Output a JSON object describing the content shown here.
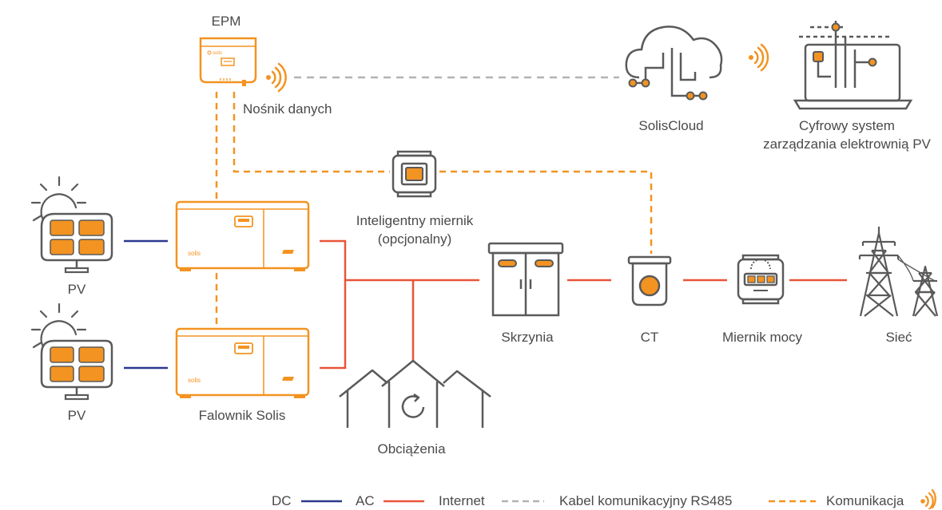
{
  "colors": {
    "orange": "#f39321",
    "orange_dark": "#e97c0c",
    "dc": "#2b3990",
    "ac": "#e8553a",
    "internet": "#b3b3b3",
    "gray_icon": "#5a5a5a"
  },
  "labels": {
    "epm": "EPM",
    "data_logger": "Nośnik danych",
    "solis_cloud": "SolisCloud",
    "digital_system_line1": "Cyfrowy system",
    "digital_system_line2": "zarządzania elektrownią PV",
    "smart_meter_line1": "Inteligentny miernik",
    "smart_meter_line2": "(opcjonalny)",
    "pv_top": "PV",
    "pv_bottom": "PV",
    "inverter": "Falownik Solis",
    "loads": "Obciążenia",
    "box": "Skrzynia",
    "ct": "CT",
    "power_meter": "Miernik mocy",
    "grid": "Sieć",
    "inverter_brand": "solis",
    "epm_brand": "solis"
  },
  "legend": {
    "dc": "DC",
    "ac": "AC",
    "internet": "Internet",
    "rs485": "Kabel komunikacyjny RS485",
    "comm": "Komunikacja"
  },
  "icons": [
    "sun-icon",
    "solar-panel-icon",
    "inverter-icon",
    "epm-device-icon",
    "wifi-signal-icon",
    "cloud-icon",
    "laptop-icon",
    "smart-meter-icon",
    "distribution-box-icon",
    "ct-icon",
    "power-meter-icon",
    "transmission-tower-icon",
    "houses-icon"
  ]
}
